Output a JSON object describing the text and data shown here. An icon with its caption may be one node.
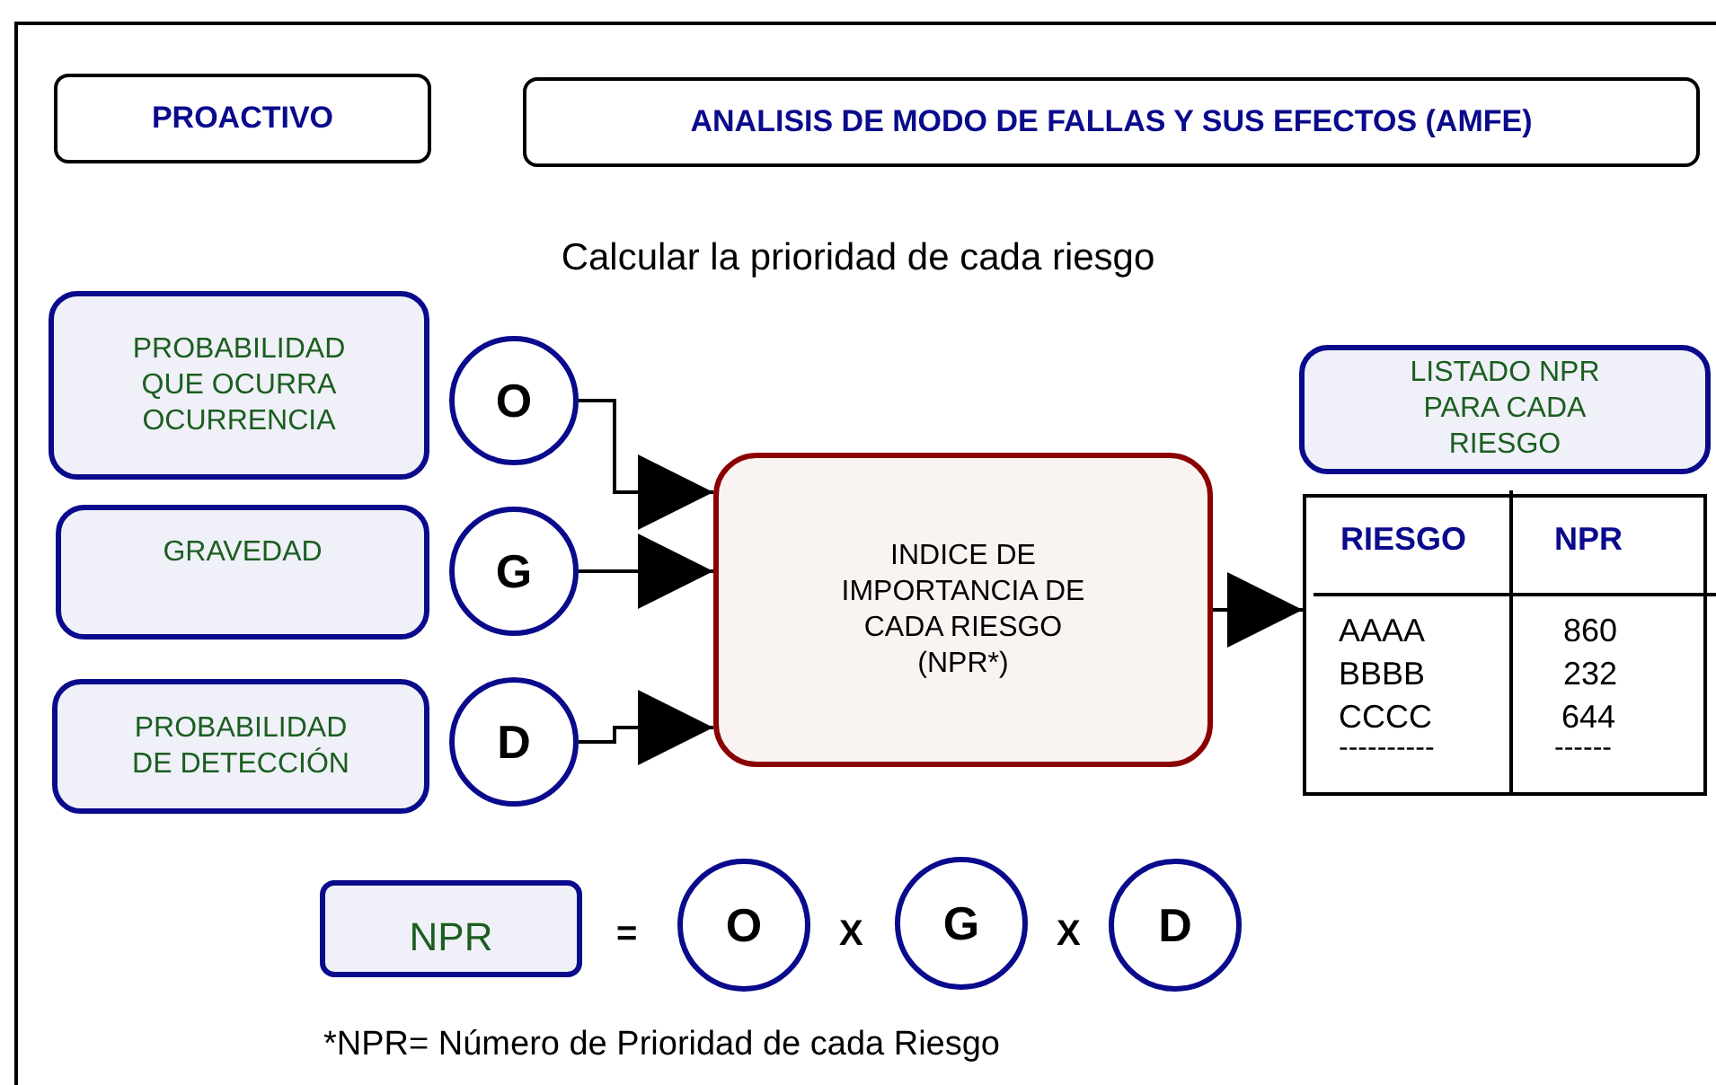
{
  "diagram": {
    "nodes": [
      {
        "text": [
          "PROACTIVO"
        ]
      },
      {
        "text": [
          "ANALISIS DE MODO DE FALLAS Y SUS EFECTOS (AMFE)"
        ]
      },
      {
        "text": [
          "PROBABILIDAD QUE OCURRA OCURRENCIA"
        ]
      },
      {
        "text": [
          "O"
        ]
      },
      {
        "text": [
          "GRAVEDAD"
        ]
      },
      {
        "text": [
          "G"
        ]
      },
      {
        "text": [
          "PROBABILIDAD DE DETECCIÓN"
        ]
      },
      {
        "text": [
          "D"
        ]
      },
      {
        "text": [
          "INDICE DE IMPORTANCIA DE CADA RIESGO (NPR*)"
        ]
      },
      {
        "text": [
          "LISTADO NPR PARA CADA RIESGO"
        ]
      },
      {
        "text": [],
        "shape": "box"
      },
      {
        "text": [
          "NPR"
        ]
      },
      {
        "text": [
          "O"
        ]
      },
      {
        "text": [
          "G"
        ]
      },
      {
        "text": [
          "D"
        ]
      }
    ],
    "edges": [
      {
        "from": 3,
        "to": 8,
        "arrow": "to"
      },
      {
        "from": 5,
        "to": 8,
        "arrow": "to"
      },
      {
        "from": 7,
        "to": 8,
        "arrow": "to"
      },
      {
        "from": 8,
        "to": 10,
        "arrow": "to"
      }
    ],
    "labels": [
      "Calcular la prioridad de cada riesgo",
      "RIESGO",
      "NPR",
      "AAAA",
      "860",
      "BBBB",
      "232",
      "CCCC",
      "644",
      "----------",
      "------",
      "=",
      "X",
      "X",
      "*NPR= Número de Prioridad de cada Riesgo"
    ]
  }
}
